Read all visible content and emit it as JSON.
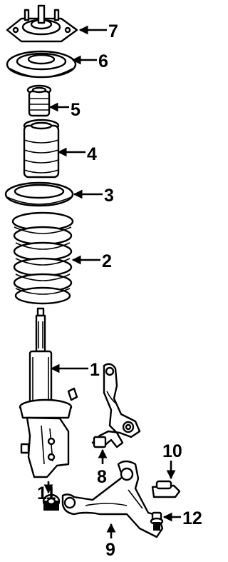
{
  "callouts": [
    {
      "id": "7",
      "label": "7"
    },
    {
      "id": "6",
      "label": "6"
    },
    {
      "id": "5",
      "label": "5"
    },
    {
      "id": "4",
      "label": "4"
    },
    {
      "id": "3",
      "label": "3"
    },
    {
      "id": "2",
      "label": "2"
    },
    {
      "id": "1",
      "label": "1"
    },
    {
      "id": "8",
      "label": "8"
    },
    {
      "id": "10",
      "label": "10"
    },
    {
      "id": "11",
      "label": "11"
    },
    {
      "id": "12",
      "label": "12"
    },
    {
      "id": "9",
      "label": "9"
    }
  ]
}
